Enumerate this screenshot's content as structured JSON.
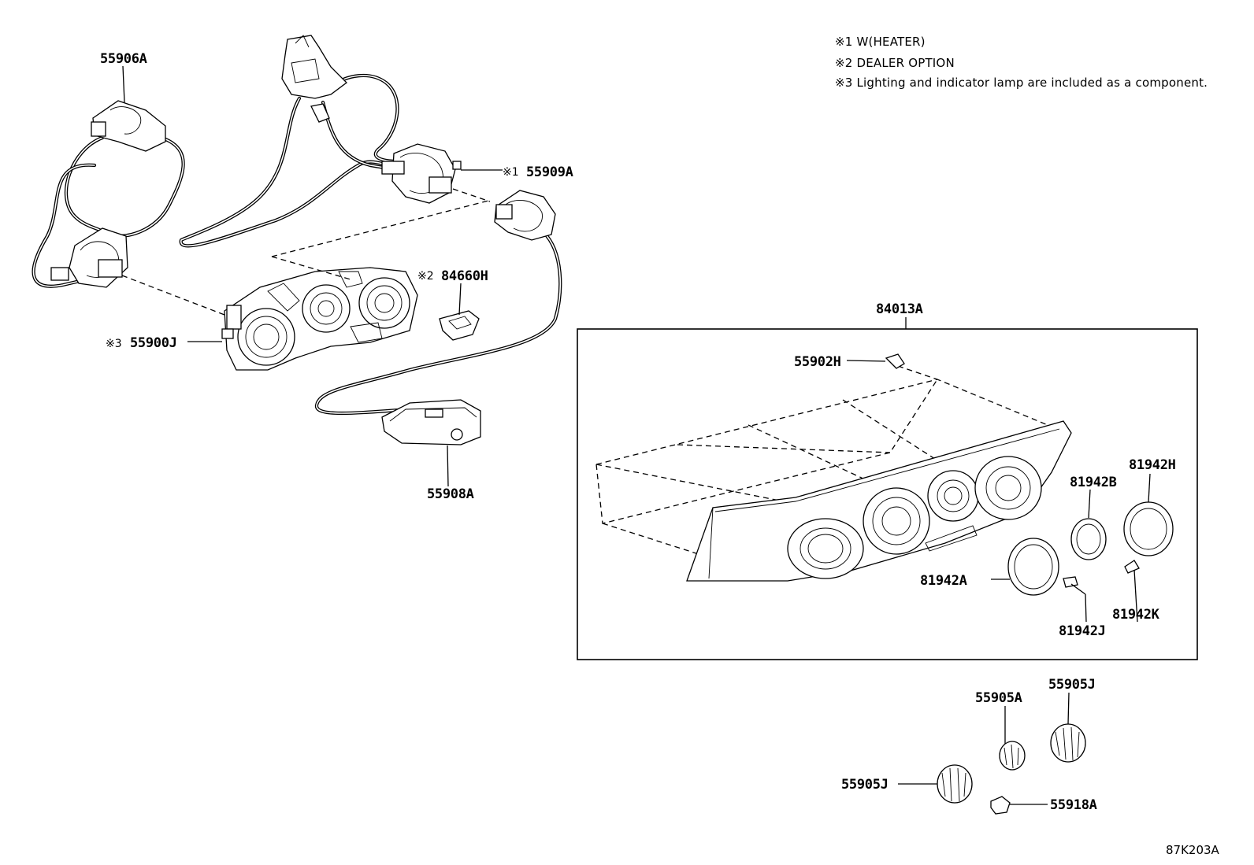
{
  "notes": [
    "※1 W(HEATER)",
    "※2 DEALER OPTION",
    "※3 Lighting and indicator lamp are included as a component."
  ],
  "labels": {
    "p55906A": "55906A",
    "p55909A_mark": "※1",
    "p55909A": "55909A",
    "p84660H_mark": "※2",
    "p84660H": "84660H",
    "p55900J_mark": "※3",
    "p55900J": "55900J",
    "p55908A": "55908A",
    "p84013A": "84013A",
    "p55902H": "55902H",
    "p81942H": "81942H",
    "p81942B": "81942B",
    "p81942A": "81942A",
    "p81942J": "81942J",
    "p81942K": "81942K",
    "p55905J_top": "55905J",
    "p55905A": "55905A",
    "p55905J_left": "55905J",
    "p55918A": "55918A"
  },
  "figure_code": "87K203A"
}
